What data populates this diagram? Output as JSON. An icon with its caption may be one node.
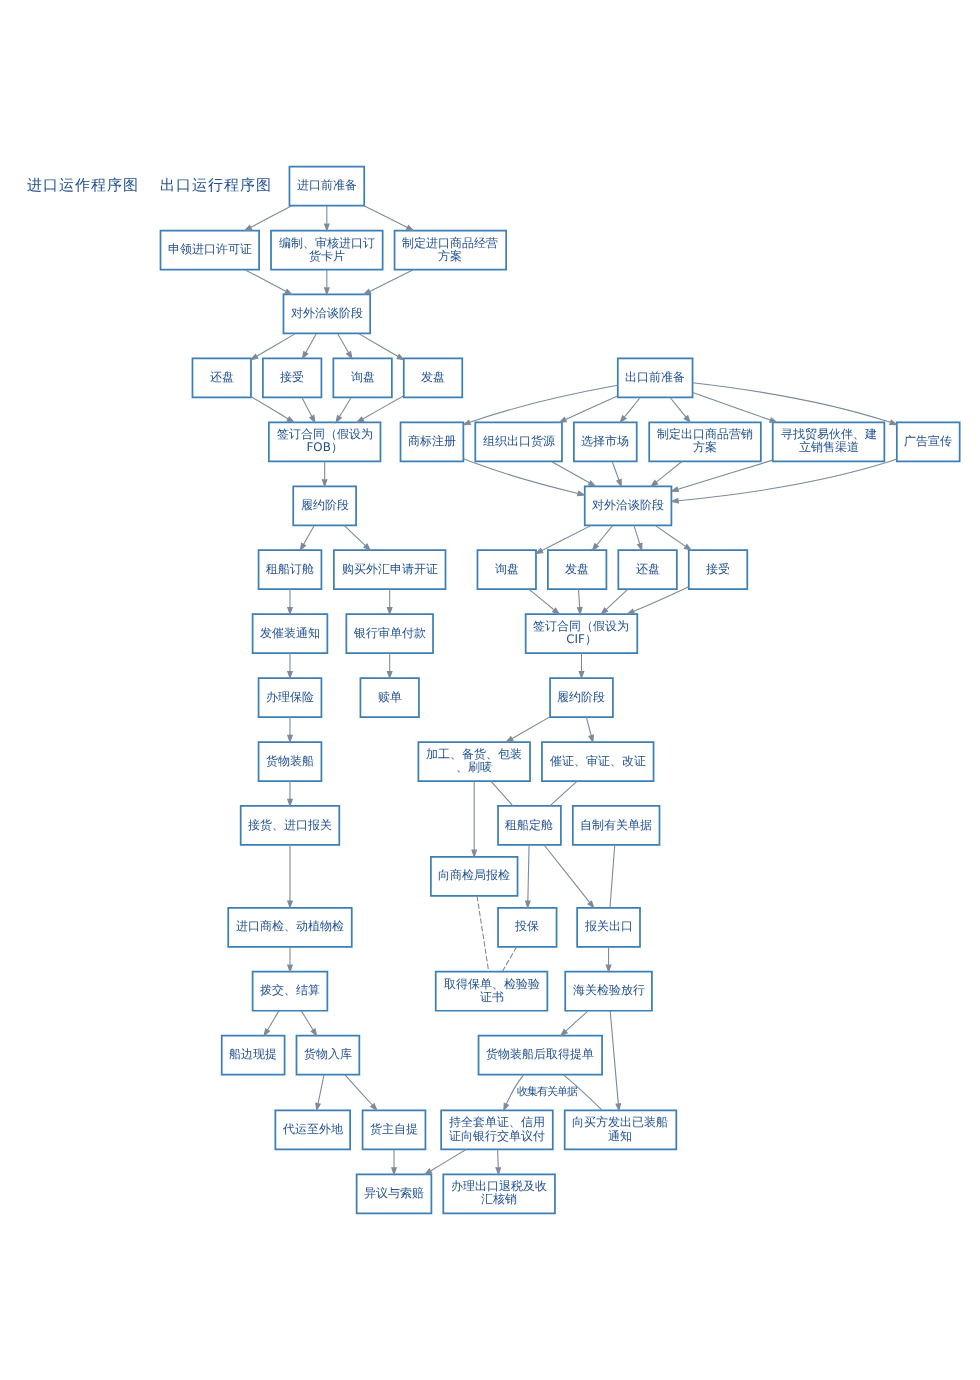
{
  "diagram": {
    "nodes": [
      {
        "text": [
          "进口前准备"
        ]
      },
      {
        "text": [
          "申领进口许可证"
        ]
      },
      {
        "text": [
          "编制、审核进口订货卡片"
        ]
      },
      {
        "text": [
          "制定进口商品经营方案"
        ]
      },
      {
        "text": [
          "对外洽谈阶段"
        ]
      },
      {
        "text": [
          "询盘"
        ]
      },
      {
        "text": [
          "发盘"
        ]
      },
      {
        "text": [
          "还盘"
        ]
      },
      {
        "text": [
          "接受"
        ]
      },
      {
        "text": [
          "签订合同（假设为FOB）"
        ]
      },
      {
        "text": [
          "履约阶段"
        ]
      },
      {
        "text": [
          "租船订舱"
        ]
      },
      {
        "text": [
          "购买外汇申请开证"
        ]
      },
      {
        "text": [
          "发催装通知"
        ]
      },
      {
        "text": [
          "银行审单付款"
        ]
      },
      {
        "text": [
          "办理保险"
        ]
      },
      {
        "text": [
          "赎单"
        ]
      },
      {
        "text": [
          "货物装船"
        ]
      },
      {
        "text": [
          "接货、进口报关"
        ]
      },
      {
        "text": [
          "进口商检、动植物检"
        ]
      },
      {
        "text": [
          "拨交、结算"
        ]
      },
      {
        "text": [
          "船边现提"
        ]
      },
      {
        "text": [
          "货物入库"
        ]
      },
      {
        "text": [
          "货主自提"
        ]
      },
      {
        "text": [
          "代运至外地"
        ]
      },
      {
        "text": [
          "异议与索赔"
        ]
      },
      {
        "text": [
          "出口前准备"
        ]
      },
      {
        "text": [
          "组织出口货源"
        ]
      },
      {
        "text": [
          "选择市场"
        ]
      },
      {
        "text": [
          "制定出口商品营销方案"
        ]
      },
      {
        "text": [
          "寻找贸易伙伴、建立销售渠道"
        ]
      },
      {
        "text": [
          "广告宣传"
        ]
      },
      {
        "text": [
          "商标注册"
        ]
      },
      {
        "text": [
          "对外洽谈阶段"
        ]
      },
      {
        "text": [
          "询盘"
        ]
      },
      {
        "text": [
          "发盘"
        ]
      },
      {
        "text": [
          "还盘"
        ]
      },
      {
        "text": [
          "接受"
        ]
      },
      {
        "text": [
          "签订合同（假设为CIF）"
        ]
      },
      {
        "text": [
          "履约阶段"
        ]
      },
      {
        "text": [
          "加工、备货、包装、刷唛"
        ]
      },
      {
        "text": [
          "催证、审证、改证"
        ]
      },
      {
        "text": [
          "向商检局报检"
        ]
      },
      {
        "text": [
          "租船定舱"
        ]
      },
      {
        "text": [
          "投保"
        ]
      },
      {
        "text": [
          "取得保单、检验验证书"
        ]
      },
      {
        "text": [
          "自制有关单据"
        ]
      },
      {
        "text": [
          "报关出口"
        ]
      },
      {
        "text": [
          "海关检验放行"
        ]
      },
      {
        "text": [
          "货物装船后取得提单"
        ]
      },
      {
        "text": [
          "向买方发出已装船通知"
        ]
      },
      {
        "text": [
          "持全套单证、信用证向银行交单议付"
        ]
      },
      {
        "text": [
          "办理出口退税及收汇核销"
        ]
      }
    ],
    "edges": [
      {
        "from": 0,
        "to": 1,
        "arrow": "to"
      },
      {
        "from": 0,
        "to": 2,
        "arrow": "to"
      },
      {
        "from": 0,
        "to": 3,
        "arrow": "to"
      },
      {
        "from": 1,
        "to": 4,
        "arrow": "to"
      },
      {
        "from": 2,
        "to": 4,
        "arrow": "to"
      },
      {
        "from": 3,
        "to": 4,
        "arrow": "to"
      },
      {
        "from": 4,
        "to": 5,
        "arrow": "to"
      },
      {
        "from": 4,
        "to": 6,
        "arrow": "to"
      },
      {
        "from": 4,
        "to": 7,
        "arrow": "to"
      },
      {
        "from": 4,
        "to": 8,
        "arrow": "to"
      },
      {
        "from": 5,
        "to": 9,
        "arrow": "to"
      },
      {
        "from": 6,
        "to": 9,
        "arrow": "to"
      },
      {
        "from": 7,
        "to": 9,
        "arrow": "to"
      },
      {
        "from": 8,
        "to": 9,
        "arrow": "to"
      },
      {
        "from": 9,
        "to": 10,
        "arrow": "to"
      },
      {
        "from": 10,
        "to": 11,
        "arrow": "to"
      },
      {
        "from": 10,
        "to": 12,
        "arrow": "to"
      },
      {
        "from": 11,
        "to": 13,
        "arrow": "to"
      },
      {
        "from": 12,
        "to": 14,
        "arrow": "to"
      },
      {
        "from": 13,
        "to": 15,
        "arrow": "to"
      },
      {
        "from": 14,
        "to": 16,
        "arrow": "to"
      },
      {
        "from": 15,
        "to": 17,
        "arrow": "to"
      },
      {
        "from": 17,
        "to": 18,
        "arrow": "to"
      },
      {
        "from": 18,
        "to": 19,
        "arrow": "to"
      },
      {
        "from": 19,
        "to": 20,
        "arrow": "to"
      },
      {
        "from": 20,
        "to": 21,
        "arrow": "to"
      },
      {
        "from": 20,
        "to": 22,
        "arrow": "to"
      },
      {
        "from": 22,
        "to": 23,
        "arrow": "to"
      },
      {
        "from": 22,
        "to": 24,
        "arrow": "to"
      },
      {
        "from": 23,
        "to": 25,
        "arrow": "to"
      },
      {
        "from": 26,
        "to": 27,
        "arrow": "to"
      },
      {
        "from": 26,
        "to": 28,
        "arrow": "to"
      },
      {
        "from": 26,
        "to": 29,
        "arrow": "to"
      },
      {
        "from": 26,
        "to": 30,
        "arrow": "to"
      },
      {
        "from": 26,
        "to": 31,
        "arrow": "to"
      },
      {
        "from": 26,
        "to": 32,
        "arrow": "to"
      },
      {
        "from": 27,
        "to": 33,
        "arrow": "to"
      },
      {
        "from": 28,
        "to": 33,
        "arrow": "to"
      },
      {
        "from": 29,
        "to": 33,
        "arrow": "to"
      },
      {
        "from": 30,
        "to": 33,
        "arrow": "to"
      },
      {
        "from": 31,
        "to": 33,
        "arrow": "to"
      },
      {
        "from": 32,
        "to": 33,
        "arrow": "to"
      },
      {
        "from": 33,
        "to": 34,
        "arrow": "to"
      },
      {
        "from": 33,
        "to": 35,
        "arrow": "to"
      },
      {
        "from": 33,
        "to": 36,
        "arrow": "to"
      },
      {
        "from": 33,
        "to": 37,
        "arrow": "to"
      },
      {
        "from": 34,
        "to": 38,
        "arrow": "to"
      },
      {
        "from": 35,
        "to": 38,
        "arrow": "to"
      },
      {
        "from": 36,
        "to": 38,
        "arrow": "to"
      },
      {
        "from": 37,
        "to": 38,
        "arrow": "to"
      },
      {
        "from": 38,
        "to": 39,
        "arrow": "to"
      },
      {
        "from": 39,
        "to": 40,
        "arrow": "to"
      },
      {
        "from": 39,
        "to": 41,
        "arrow": "to"
      },
      {
        "from": 40,
        "to": 42,
        "arrow": "to"
      },
      {
        "from": 40,
        "to": 43,
        "arrow": "none"
      },
      {
        "from": 41,
        "to": 43,
        "arrow": "none"
      },
      {
        "from": 43,
        "to": 44,
        "arrow": "to"
      },
      {
        "from": 42,
        "to": 45,
        "arrow": "none",
        "style": "dashed"
      },
      {
        "from": 44,
        "to": 45,
        "arrow": "none",
        "style": "dashed"
      },
      {
        "from": 43,
        "to": 47,
        "arrow": "to"
      },
      {
        "from": 46,
        "to": 47,
        "arrow": "none"
      },
      {
        "from": 47,
        "to": 48,
        "arrow": "to"
      },
      {
        "from": 48,
        "to": 49,
        "arrow": "to"
      },
      {
        "from": 48,
        "to": 50,
        "arrow": "to"
      },
      {
        "from": 49,
        "to": 50,
        "arrow": "none"
      },
      {
        "from": 49,
        "to": 51,
        "arrow": "to",
        "label": "收集有关单据"
      },
      {
        "from": 51,
        "to": 52,
        "arrow": "to"
      },
      {
        "from": 51,
        "to": 25,
        "arrow": "to"
      }
    ],
    "labels": [
      "进口运作程序图",
      "出口运行程序图"
    ]
  }
}
